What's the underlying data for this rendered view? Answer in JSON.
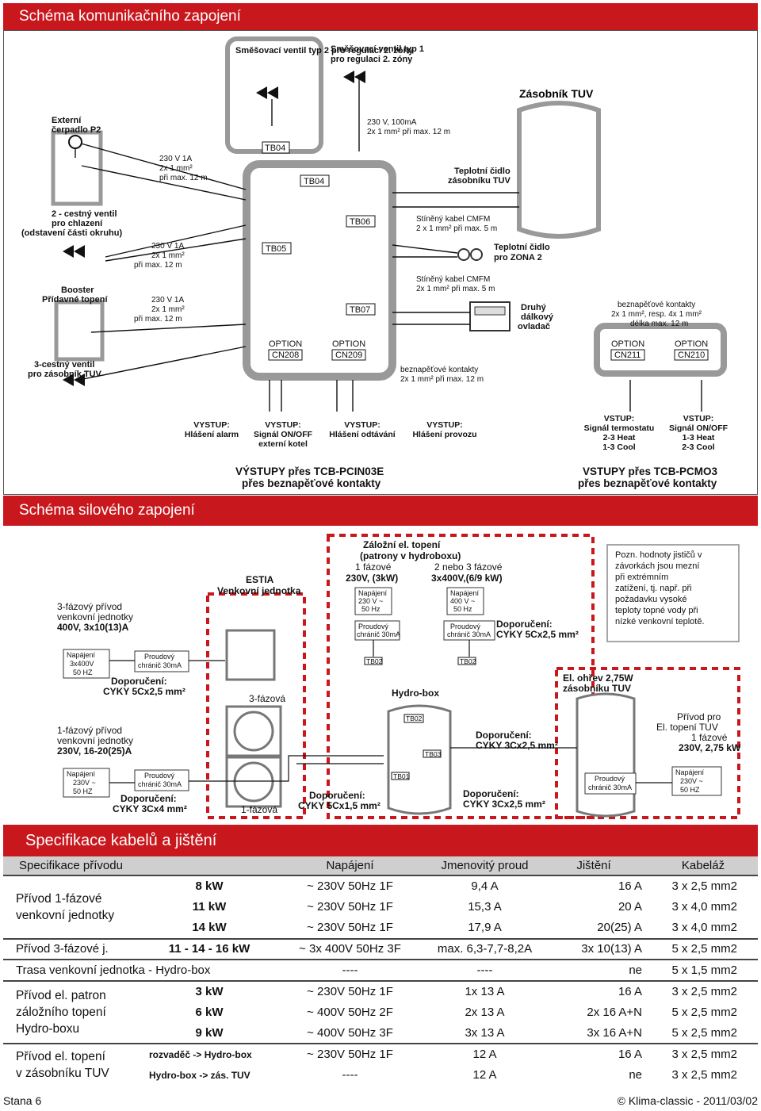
{
  "section1": {
    "title": "Schéma komunikačního zapojení"
  },
  "comm": {
    "mix2": "Směšovací ventil typ 2 pro regulaci 2. zóny",
    "mix1_l1": "Směšovací ventil typ 1",
    "mix1_l2": "pro regulaci 2. zóny",
    "tuv_tank": "Zásobník TUV",
    "pump_l1": "Externí",
    "pump_l2": "čerpadlo P2",
    "spec_230_1a_l1": "230 V 1A",
    "spec_230_1a_l2": "2x 1 mm²",
    "spec_230_1a_l3": "při max. 12 m",
    "valve_spec_l1": "230 V, 100mA",
    "valve_spec_l2": "2x 1 mm² při max. 12 m",
    "valve2_l1": "2 - cestný ventil",
    "valve2_l2": "pro chlazení",
    "valve2_l3": "(odstavení části okruhu)",
    "booster_l1": "Booster",
    "booster_l2": "Přídavné topení",
    "valve3_l1": "3-cestný ventil",
    "valve3_l2": "pro zásobník TUV",
    "tb04": "TB04",
    "tb05": "TB05",
    "tb06": "TB06",
    "tb07": "TB07",
    "sensor_tuv_l1": "Teplotní čidlo",
    "sensor_tuv_l2": "zásobníku TUV",
    "cable1_l1": "Stíněný kabel CMFM",
    "cable1_l2": "2 x 1 mm² při max. 5 m",
    "sensor_z2_l1": "Teplotní čidlo",
    "sensor_z2_l2": "pro ZONA 2",
    "cable2_l1": "Stíněný kabel CMFM",
    "cable2_l2": "2x 1 mm² při max. 5 m",
    "remote_l1": "Druhý",
    "remote_l2": "dálkový",
    "remote_l3": "ovladač",
    "dry_l1": "beznapěťové kontakty",
    "dry_l2": "2x 1 mm², resp. 4x 1 mm²",
    "dry_l3": "délka max. 12 m",
    "option": "OPTION",
    "cn208": "CN208",
    "cn209": "CN209",
    "cn211": "CN211",
    "cn210": "CN210",
    "dry_bottom_l1": "beznapěťové kontakty",
    "dry_bottom_l2": "2x 1 mm² při max. 12 m",
    "out1_l1": "VYSTUP:",
    "out1_l2": "Hlášení alarm",
    "out2_l1": "VYSTUP:",
    "out2_l2": "Signál ON/OFF",
    "out2_l3": "externí kotel",
    "out3_l1": "VYSTUP:",
    "out3_l2": "Hlášení odtávání",
    "out4_l1": "VYSTUP:",
    "out4_l2": "Hlášení  provozu",
    "in1_l1": "VSTUP:",
    "in1_l2": "Signál termostatu",
    "in1_l3": "2-3 Heat",
    "in1_l4": "1-3 Cool",
    "in2_l1": "VSTUP:",
    "in2_l2": "Signál ON/OFF",
    "in2_l3": "1-3 Heat",
    "in2_l4": "2-3 Cool",
    "outs_title_l1": "VÝSTUPY přes TCB-PCIN03E",
    "outs_title_l2": "přes beznapěťové kontakty",
    "ins_title_l1": "VSTUPY přes TCB-PCMO3",
    "ins_title_l2": "přes beznapěťové kontakty"
  },
  "section2": {
    "title": "Schéma silového zapojení"
  },
  "power": {
    "note_l1": "Pozn. hodnoty jističů v",
    "note_l2": "závorkách jsou mezní",
    "note_l3": "při extrémním",
    "note_l4": "zatížení, tj. např. při",
    "note_l5": "požadavku vysoké",
    "note_l6": "teploty topné vody při",
    "note_l7": "nízké venkovní teplotě.",
    "backup_l1": "Záložní el. topení",
    "backup_l2": "(patrony v hydroboxu)",
    "phase1_l1": "1 fázové",
    "phase1_l2": "230V, (3kW)",
    "phase23_l1": "2 nebo 3 fázové",
    "phase23_l2": "3x400V,(6/9 kW)",
    "supply_a_l1": "Napájení",
    "supply_a_l2": "230 V ~",
    "supply_a_l3": "50 Hz",
    "supply_b_l1": "Napájení",
    "supply_b_l2": "400 V ~",
    "supply_b_l3": "50 Hz",
    "rcd_l1": "Proudový",
    "rcd_l2": "chránič 30mA",
    "rec_cyky5_l1": "Doporučení:",
    "rec_cyky5_l2": "CYKY 5Cx2,5 mm²",
    "estia_l1": "ESTIA",
    "estia_l2": "Venkovní jednotka",
    "out3_l1": "3-fázový přívod",
    "out3_l2": "venkovní jednotky",
    "out3_l3": "400V, 3x10(13)A",
    "sup3_l1": "Napájení",
    "sup3_l2": "3x400V",
    "sup3_l3": "50 HZ",
    "three_phase": "3-fázová",
    "hydrobox": "Hydro-box",
    "tank_l1": "El. ohřev 2,75W",
    "tank_l2": "zásobníku TUV",
    "out1_l1": "1-fázový přívod",
    "out1_l2": "venkovní jednotky",
    "out1_l3": "230V, 16-20(25)A",
    "sup1_l1": "Napájení",
    "sup1_l2": "230V ~",
    "sup1_l3": "50 HZ",
    "rec_cyky3x4_l1": "Doporučení:",
    "rec_cyky3x4_l2": "CYKY 3Cx4 mm²",
    "single_phase": "1-fázová",
    "rec_cyky5x1_l1": "Doporučení:",
    "rec_cyky5x1_l2": "CYKY 5Cx1,5 mm²",
    "rec_cyky3x25_l1": "Doporučení:",
    "rec_cyky3x25_l2": "CYKY 3Cx2,5 mm²",
    "tuv_supply_l1": "Přívod pro",
    "tuv_supply_l2": "El. topení TUV",
    "tuv_supply_l3": "1 fázové",
    "tuv_supply_l4": "230V, 2,75 kW",
    "tuv_sup_l1": "Napájení",
    "tuv_sup_l2": "230V ~",
    "tuv_sup_l3": "50 HZ",
    "tb01": "TB01",
    "tb02": "TB02",
    "tb03": "TB03"
  },
  "section3": {
    "title": "Specifikace kabelů a jištění"
  },
  "table": {
    "headers": [
      "Specifikace přívodu",
      "Napájení",
      "Jmenovitý proud",
      "Jištění",
      "Kabeláž"
    ],
    "g1_label_l1": "Přívod 1-fázové",
    "g1_label_l2": "venkovní jednotky",
    "r1": [
      "8 kW",
      "~ 230V 50Hz 1F",
      "9,4 A",
      "16 A",
      "3 x 2,5 mm2"
    ],
    "r2": [
      "11 kW",
      "~ 230V 50Hz 1F",
      "15,3 A",
      "20 A",
      "3 x 4,0 mm2"
    ],
    "r3": [
      "14 kW",
      "~ 230V 50Hz 1F",
      "17,9 A",
      "20(25) A",
      "3 x 4,0 mm2"
    ],
    "r4": [
      "Přívod 3-fázové j.",
      "11 - 14 - 16 kW",
      "~ 3x 400V 50Hz 3F",
      "max. 6,3-7,7-8,2A",
      "3x 10(13) A",
      "5 x 2,5 mm2"
    ],
    "r5": [
      "Trasa venkovní jednotka - Hydro-box",
      "----",
      "----",
      "ne",
      "5 x 1,5 mm2"
    ],
    "g2_label_l1": "Přívod el. patron",
    "g2_label_l2": "záložního topení",
    "g2_label_l3": "Hydro-boxu",
    "r6": [
      "3 kW",
      "~ 230V 50Hz 1F",
      "1x 13 A",
      "16 A",
      "3 x 2,5 mm2"
    ],
    "r7": [
      "6 kW",
      "~ 400V 50Hz 2F",
      "2x 13 A",
      "2x 16 A+N",
      "5 x 2,5 mm2"
    ],
    "r8": [
      "9 kW",
      "~ 400V 50Hz 3F",
      "3x 13 A",
      "3x 16 A+N",
      "5 x 2,5 mm2"
    ],
    "g3_label_l1": "Přívod el. topení",
    "g3_label_l2": "v zásobníku TUV",
    "r9": [
      "rozvaděč -> Hydro-box",
      "~ 230V 50Hz 1F",
      "12 A",
      "16 A",
      "3 x 2,5 mm2"
    ],
    "r10": [
      "Hydro-box -> zás. TUV",
      "----",
      "12 A",
      "ne",
      "3 x 2,5 mm2"
    ]
  },
  "footer": {
    "left": "Stana 6",
    "right": "© Klima-classic - 2011/03/02"
  }
}
